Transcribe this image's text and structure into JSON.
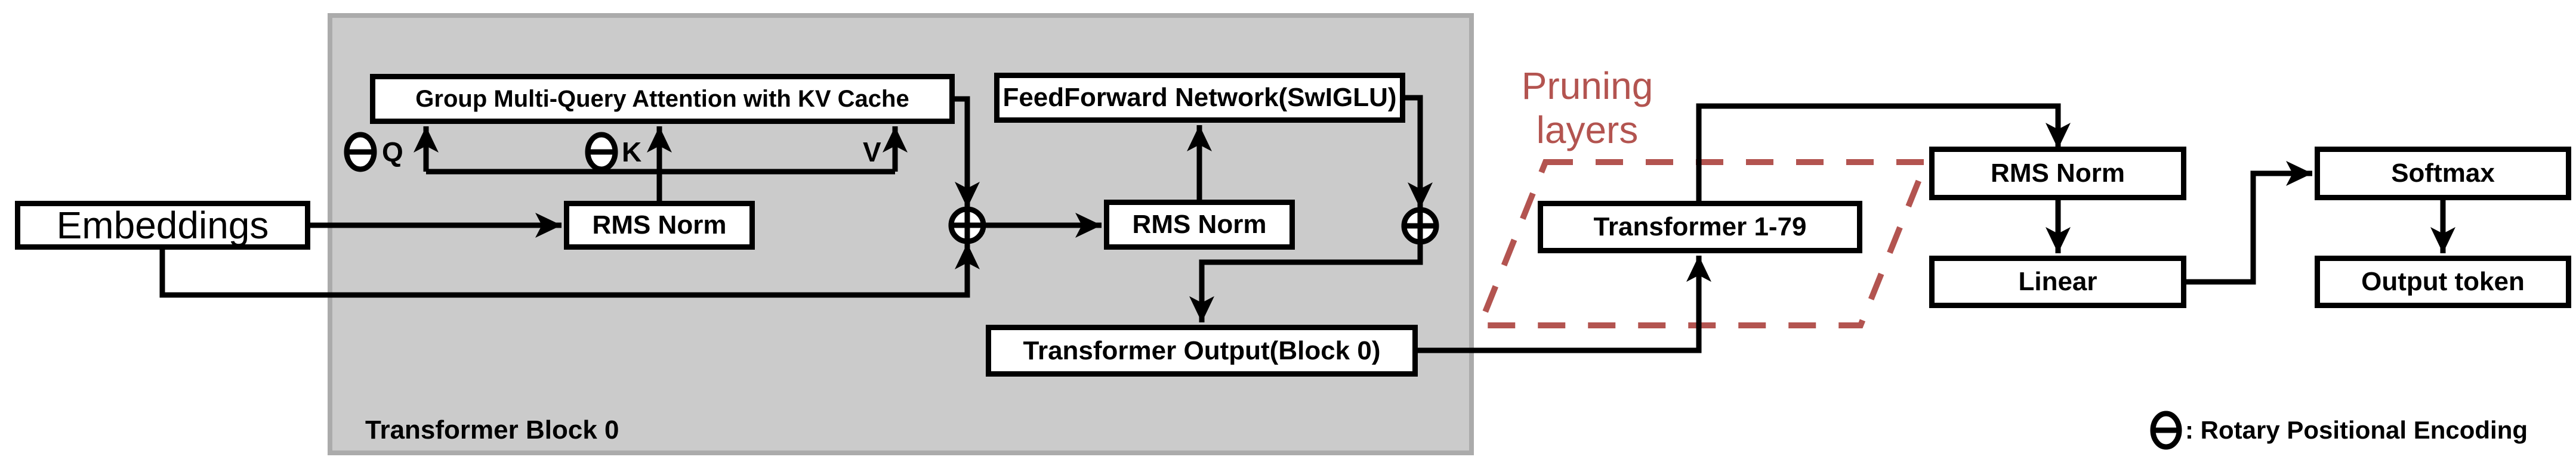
{
  "nodes": {
    "embeddings": "Embeddings",
    "attention": "Group Multi-Query Attention with KV Cache",
    "rms_norm_attention": "RMS Norm",
    "ffn": "FeedForward Network(SwIGLU)",
    "rms_norm_ffn": "RMS Norm",
    "transformer_output": "Transformer Output(Block 0)",
    "transformer_1_79": "Transformer 1-79",
    "rms_norm_final": "RMS Norm",
    "linear": "Linear",
    "softmax": "Softmax",
    "output_token": "Output token"
  },
  "labels": {
    "block": "Transformer Block 0",
    "pruning_line1": "Pruning",
    "pruning_line2": "layers",
    "q": "Q",
    "k": "K",
    "v": "V"
  },
  "legend": {
    "rope_text": ": Rotary Positional Encoding"
  },
  "colors": {
    "accent_red": "#b35450",
    "block_gray": "#cbcbcb",
    "block_gray_border": "#ababab",
    "line_black": "#000000"
  }
}
